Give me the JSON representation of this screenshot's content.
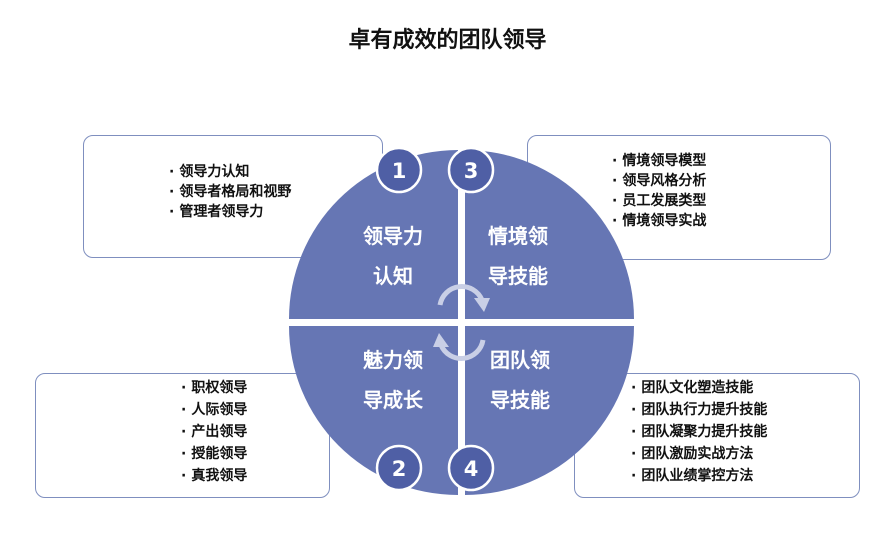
{
  "title": "卓有成效的团队领导",
  "colors": {
    "quadrant": "#6676b4",
    "badge": "#4f5fa5",
    "border": "#7f8fbf",
    "arrow": "#c9cfe6"
  },
  "quadrants": [
    {
      "number": "1",
      "line1": "领导力",
      "line2": "认知",
      "items": [
        "领导力认知",
        "领导者格局和视野",
        "管理者领导力"
      ]
    },
    {
      "number": "3",
      "line1": "情境领",
      "line2": "导技能",
      "items": [
        "情境领导模型",
        "领导风格分析",
        "员工发展类型",
        "情境领导实战"
      ]
    },
    {
      "number": "2",
      "line1": "魅力领",
      "line2": "导成长",
      "items": [
        "职权领导",
        "人际领导",
        "产出领导",
        "授能领导",
        "真我领导"
      ]
    },
    {
      "number": "4",
      "line1": "团队领",
      "line2": "导技能",
      "items": [
        "团队文化塑造技能",
        "团队执行力提升技能",
        "团队凝聚力提升技能",
        "团队激励实战方法",
        "团队业绩掌控方法"
      ]
    }
  ]
}
